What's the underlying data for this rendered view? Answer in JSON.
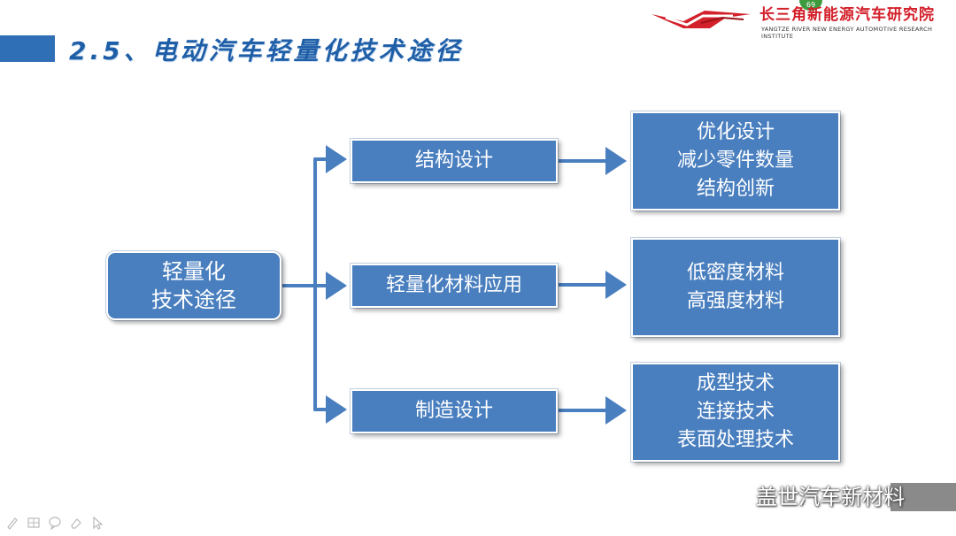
{
  "slide": {
    "title": "2.5、电动汽车轻量化技术途径"
  },
  "logo": {
    "name": "长三角新能源汽车研究院",
    "english": "YANGTZE RIVER NEW ENERGY AUTOMOTIVE RESEARCH INSTITUTE",
    "badge": "69",
    "colors": {
      "red": "#d3202a",
      "green": "#3d9a3d"
    }
  },
  "diagram": {
    "root": {
      "lines": [
        "轻量化",
        "技术途径"
      ]
    },
    "branches": [
      {
        "label": "结构设计",
        "details": [
          "优化设计",
          "减少零件数量",
          "结构创新"
        ]
      },
      {
        "label": "轻量化材料应用",
        "details": [
          "低密度材料",
          "高强度材料"
        ]
      },
      {
        "label": "制造设计",
        "details": [
          "成型技术",
          "连接技术",
          "表面处理技术"
        ]
      }
    ],
    "colors": {
      "box_fill": "#4a7fbf",
      "connector": "#4a7fbf"
    }
  },
  "watermark": {
    "text": "盖世汽车新材料",
    "icon": "wechat-icon"
  },
  "toolbar": {
    "icons": [
      "pen-icon",
      "grid-icon",
      "bubble-icon",
      "eraser-icon",
      "pointer-icon"
    ]
  }
}
